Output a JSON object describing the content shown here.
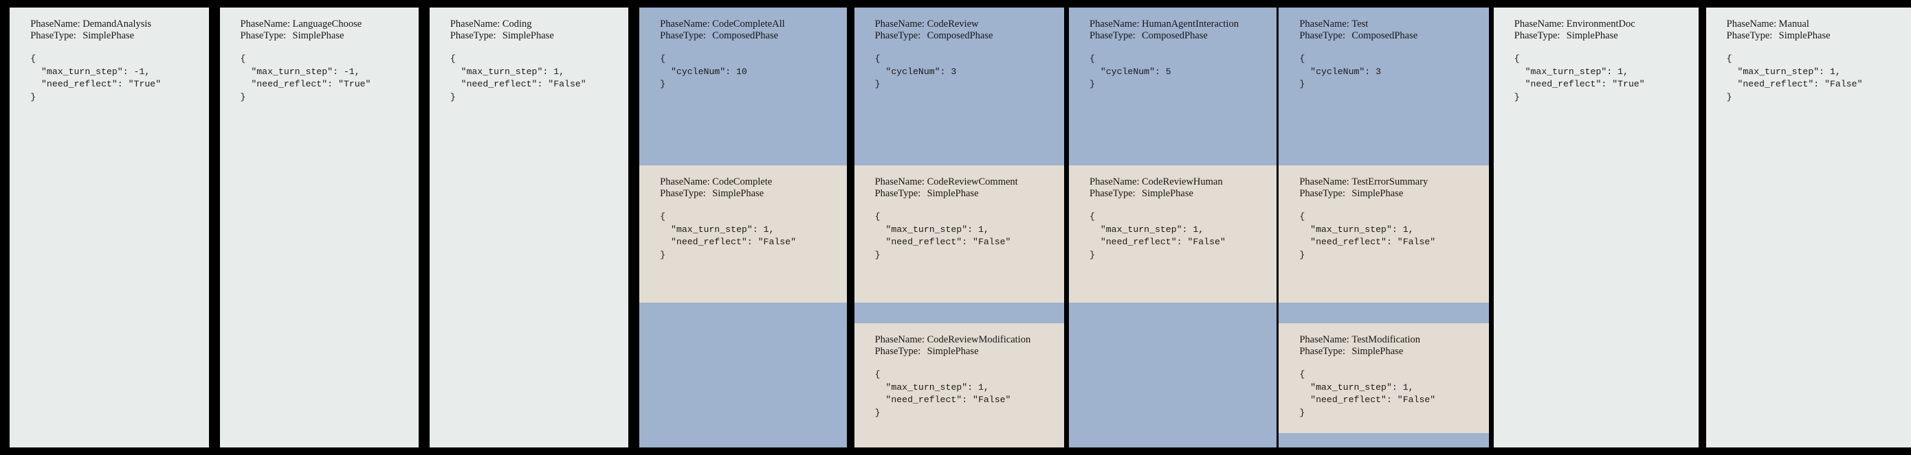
{
  "palette": {
    "background": "#000000",
    "simple_card": "#e8ecea",
    "composed_header": "#9fb2ce",
    "sub_phase": "#e3dcd2",
    "text": "#161616"
  },
  "labels": {
    "phase_name": "PhaseName:",
    "phase_type": "PhaseType:"
  },
  "cards": [
    {
      "id": "demand-analysis",
      "segments": [
        {
          "kind": "plain",
          "phase_name": "DemandAnalysis",
          "phase_type": "SimplePhase",
          "json": "{\n  \"max_turn_step\": -1,\n  \"need_reflect\": \"True\"\n}"
        }
      ]
    },
    {
      "id": "language-choose",
      "segments": [
        {
          "kind": "plain",
          "phase_name": "LanguageChoose",
          "phase_type": "SimplePhase",
          "json": "{\n  \"max_turn_step\": -1,\n  \"need_reflect\": \"True\"\n}"
        }
      ]
    },
    {
      "id": "coding",
      "segments": [
        {
          "kind": "plain",
          "phase_name": "Coding",
          "phase_type": "SimplePhase",
          "json": "{\n  \"max_turn_step\": 1,\n  \"need_reflect\": \"False\"\n}"
        }
      ]
    },
    {
      "id": "code-complete-all",
      "segments": [
        {
          "kind": "composed",
          "phase_name": "CodeCompleteAll",
          "phase_type": "ComposedPhase",
          "json": "{\n  \"cycleNum\": 10\n}"
        },
        {
          "kind": "sub",
          "phase_name": "CodeComplete",
          "phase_type": "SimplePhase",
          "json": "{\n  \"max_turn_step\": 1,\n  \"need_reflect\": \"False\"\n}"
        },
        {
          "kind": "filler-blue"
        }
      ]
    },
    {
      "id": "code-review",
      "segments": [
        {
          "kind": "composed",
          "phase_name": "CodeReview",
          "phase_type": "ComposedPhase",
          "json": "{\n  \"cycleNum\": 3\n}"
        },
        {
          "kind": "sub",
          "phase_name": "CodeReviewComment",
          "phase_type": "SimplePhase",
          "json": "{\n  \"max_turn_step\": 1,\n  \"need_reflect\": \"False\"\n}"
        },
        {
          "kind": "filler-blue"
        },
        {
          "kind": "sub",
          "phase_name": "CodeReviewModification",
          "phase_type": "SimplePhase",
          "json": "{\n  \"max_turn_step\": 1,\n  \"need_reflect\": \"False\"\n}"
        }
      ]
    },
    {
      "id": "human-agent-interaction",
      "segments": [
        {
          "kind": "composed",
          "phase_name": "HumanAgentInteraction",
          "phase_type": "ComposedPhase",
          "json": "{\n  \"cycleNum\": 5\n}"
        },
        {
          "kind": "sub",
          "phase_name": "CodeReviewHuman",
          "phase_type": "SimplePhase",
          "json": "{\n  \"max_turn_step\": 1,\n  \"need_reflect\": \"False\"\n}"
        },
        {
          "kind": "filler-blue"
        }
      ]
    },
    {
      "id": "test",
      "segments": [
        {
          "kind": "composed",
          "phase_name": "Test",
          "phase_type": "ComposedPhase",
          "json": "{\n  \"cycleNum\": 3\n}"
        },
        {
          "kind": "sub",
          "phase_name": "TestErrorSummary",
          "phase_type": "SimplePhase",
          "json": "{\n  \"max_turn_step\": 1,\n  \"need_reflect\": \"False\"\n}"
        },
        {
          "kind": "filler-blue"
        },
        {
          "kind": "sub",
          "phase_name": "TestModification",
          "phase_type": "SimplePhase",
          "json": "{\n  \"max_turn_step\": 1,\n  \"need_reflect\": \"False\"\n}"
        },
        {
          "kind": "filler-blue"
        }
      ]
    },
    {
      "id": "environment-doc",
      "segments": [
        {
          "kind": "plain",
          "phase_name": "EnvironmentDoc",
          "phase_type": "SimplePhase",
          "json": "{\n  \"max_turn_step\": 1,\n  \"need_reflect\": \"True\"\n}"
        }
      ]
    },
    {
      "id": "manual",
      "segments": [
        {
          "kind": "plain",
          "phase_name": "Manual",
          "phase_type": "SimplePhase",
          "json": "{\n  \"max_turn_step\": 1,\n  \"need_reflect\": \"False\"\n}"
        }
      ]
    }
  ],
  "geometry": {
    "card_lefts": [
      8,
      176,
      350,
      524,
      700,
      874,
      1048,
      1224,
      1398
    ],
    "card_widths": [
      160,
      166,
      166,
      168,
      166,
      166,
      168,
      166,
      166
    ],
    "note": "values are relative proportions; actual rendering uses flex"
  }
}
